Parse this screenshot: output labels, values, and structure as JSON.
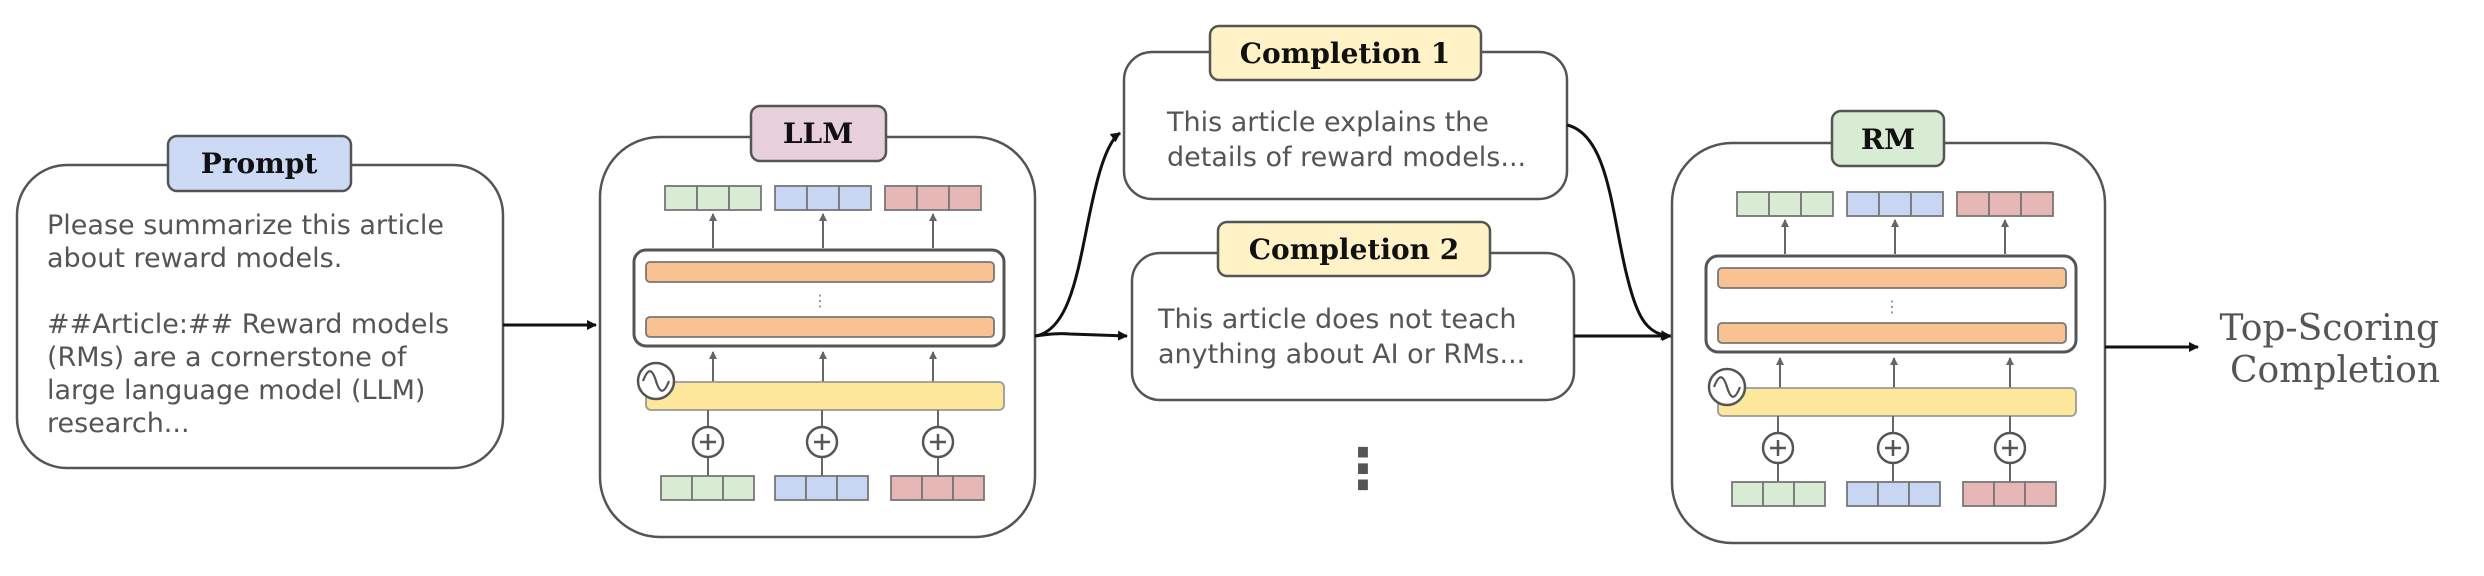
{
  "colors": {
    "prompt_tag": "#ccdaf5",
    "llm_tag": "#e8cfdc",
    "rm_tag": "#d8ebd3",
    "completion_tag": "#fff2c7",
    "token_green": "#d8ebd3",
    "token_blue": "#c7d6f3",
    "token_red": "#e6b7b4",
    "layer": "#f8c293",
    "embedding": "#fde79a"
  },
  "prompt": {
    "tag": "Prompt",
    "lines": [
      "Please summarize this article",
      "about reward models.",
      "",
      "##Article:## Reward models",
      "(RMs) are a cornerstone of",
      "large language model (LLM)",
      "research..."
    ]
  },
  "llm": {
    "tag": "LLM",
    "dots": "⋮"
  },
  "completions": [
    {
      "tag": "Completion 1",
      "lines": [
        "This article explains the",
        "details of reward models..."
      ]
    },
    {
      "tag": "Completion 2",
      "lines": [
        "This article does not teach",
        "anything about AI or RMs..."
      ]
    }
  ],
  "more_completions": "⋮",
  "rm": {
    "tag": "RM",
    "dots": "⋮"
  },
  "result": {
    "lines": [
      "Top-Scoring",
      "Completion"
    ]
  }
}
